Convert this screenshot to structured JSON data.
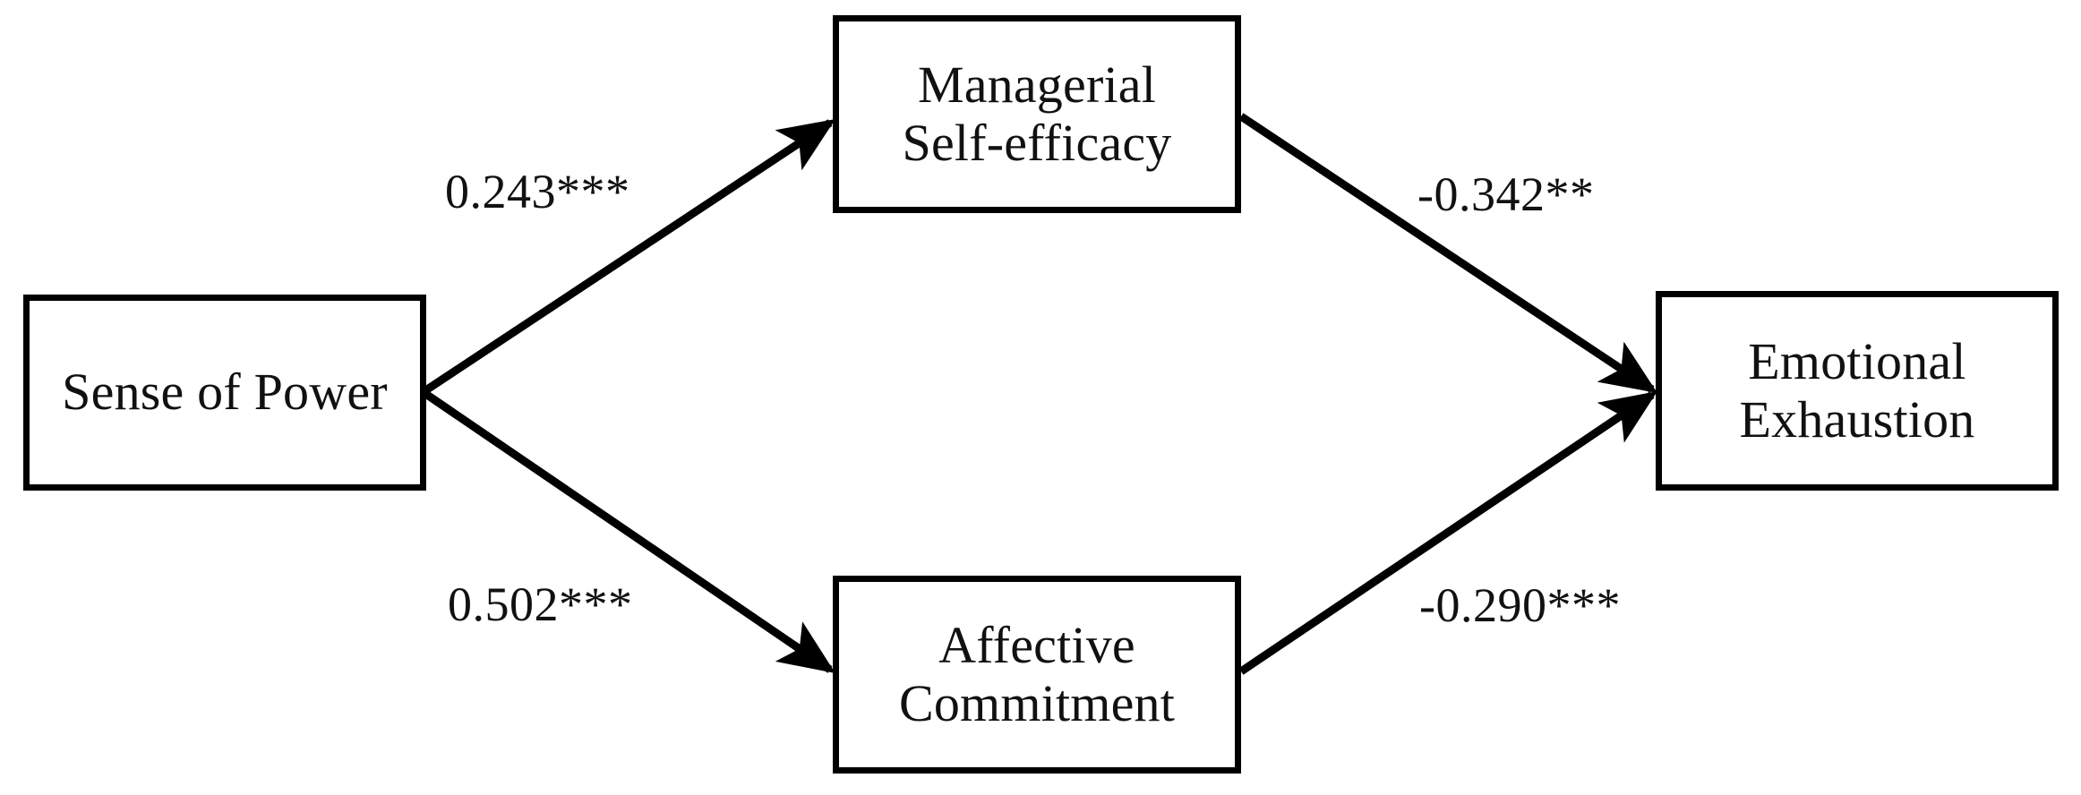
{
  "diagram": {
    "type": "path-model",
    "title": "",
    "background_color": "#ffffff",
    "line_color": "#000000",
    "text_color": "#111111",
    "nodes": [
      {
        "id": "sense-of-power",
        "label": "Sense of Power"
      },
      {
        "id": "managerial-self-efficacy",
        "label": "Managerial\nSelf-efficacy"
      },
      {
        "id": "affective-commitment",
        "label": "Affective\nCommitment"
      },
      {
        "id": "emotional-exhaustion",
        "label": "Emotional\nExhaustion"
      }
    ],
    "edges": [
      {
        "id": "sop-to-mse",
        "from": "sense-of-power",
        "to": "managerial-self-efficacy",
        "label": "0.243***",
        "coefficient": 0.243,
        "significance": "***",
        "direction": "positive"
      },
      {
        "id": "sop-to-ac",
        "from": "sense-of-power",
        "to": "affective-commitment",
        "label": "0.502***",
        "coefficient": 0.502,
        "significance": "***",
        "direction": "positive"
      },
      {
        "id": "mse-to-ee",
        "from": "managerial-self-efficacy",
        "to": "emotional-exhaustion",
        "label": "-0.342**",
        "coefficient": -0.342,
        "significance": "**",
        "direction": "negative"
      },
      {
        "id": "ac-to-ee",
        "from": "affective-commitment",
        "to": "emotional-exhaustion",
        "label": "-0.290***",
        "coefficient": -0.29,
        "significance": "***",
        "direction": "negative"
      }
    ]
  }
}
